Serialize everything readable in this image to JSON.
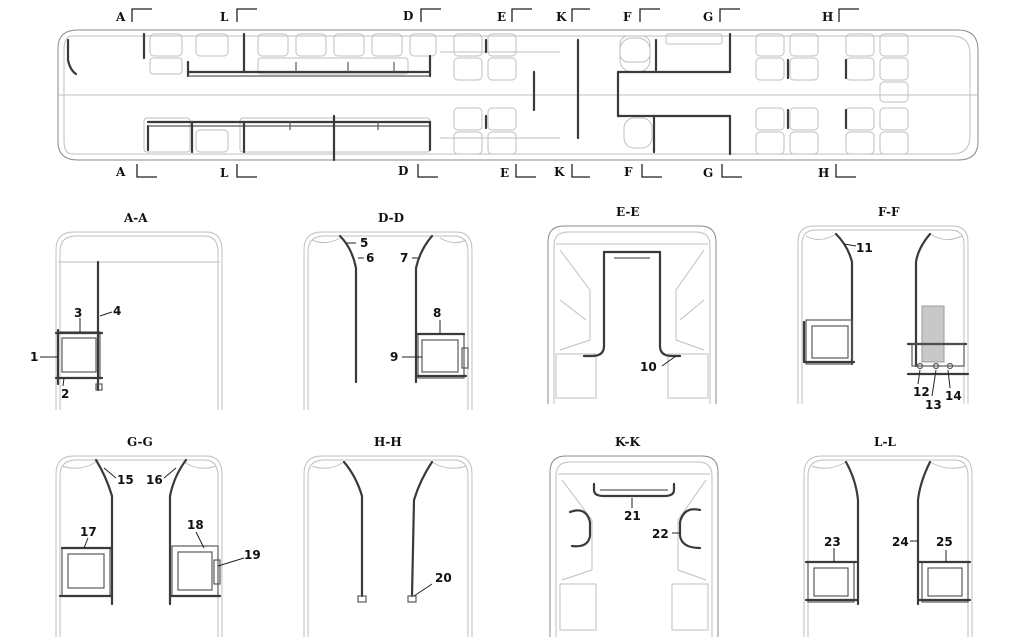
{
  "plan": {
    "cut_top": [
      "A",
      "L",
      "D",
      "E",
      "K",
      "F",
      "G",
      "H"
    ],
    "cut_bottom": [
      "A",
      "L",
      "D",
      "E",
      "K",
      "F",
      "G",
      "H"
    ]
  },
  "sections": [
    {
      "title": "A-A",
      "callouts": [
        "1",
        "2",
        "3",
        "4"
      ]
    },
    {
      "title": "D-D",
      "callouts": [
        "5",
        "6",
        "7",
        "8",
        "9"
      ]
    },
    {
      "title": "E-E",
      "callouts": [
        "10"
      ]
    },
    {
      "title": "F-F",
      "callouts": [
        "11",
        "12",
        "13",
        "14"
      ]
    },
    {
      "title": "G-G",
      "callouts": [
        "15",
        "16",
        "17",
        "18",
        "19"
      ]
    },
    {
      "title": "H-H",
      "callouts": [
        "20"
      ]
    },
    {
      "title": "K-K",
      "callouts": [
        "21",
        "22"
      ]
    },
    {
      "title": "L-L",
      "callouts": [
        "23",
        "24",
        "25"
      ]
    }
  ]
}
